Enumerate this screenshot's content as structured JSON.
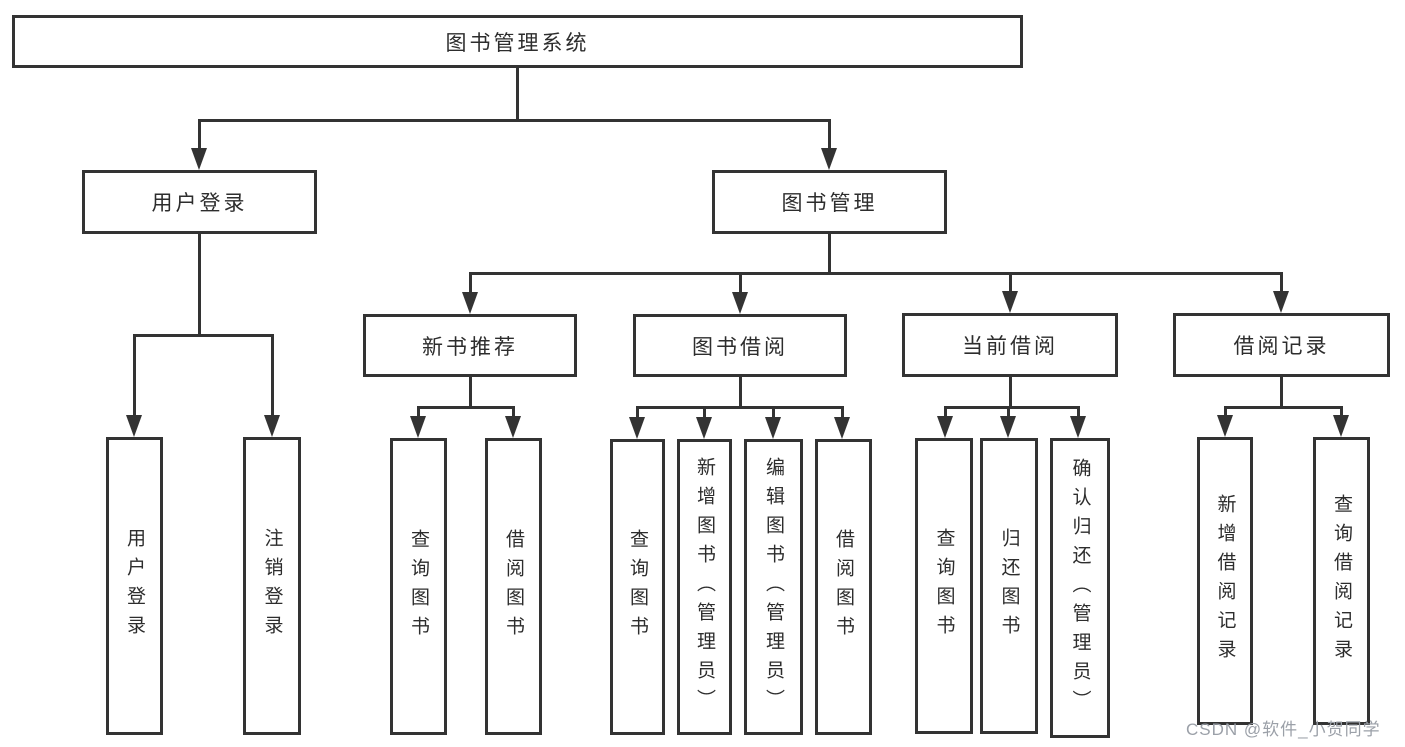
{
  "tree": {
    "root": "图书管理系统",
    "branches": [
      {
        "label": "用户登录",
        "children": [
          "用户登录",
          "注销登录"
        ]
      },
      {
        "label": "图书管理",
        "branches": [
          {
            "label": "新书推荐",
            "children": [
              "查询图书",
              "借阅图书"
            ]
          },
          {
            "label": "图书借阅",
            "children": [
              "查询图书",
              "新增图书（管理员）",
              "编辑图书（管理员）",
              "借阅图书"
            ]
          },
          {
            "label": "当前借阅",
            "children": [
              "查询图书",
              "归还图书",
              "确认归还（管理员）"
            ]
          },
          {
            "label": "借阅记录",
            "children": [
              "新增借阅记录",
              "查询借阅记录"
            ]
          }
        ]
      }
    ]
  },
  "watermark": {
    "text": "CSDN @软件_小贺同学"
  },
  "colors": {
    "line": "#333333",
    "box_background": "#ffffff",
    "text": "#2d2d2d",
    "watermark": "#9ba0a8"
  }
}
